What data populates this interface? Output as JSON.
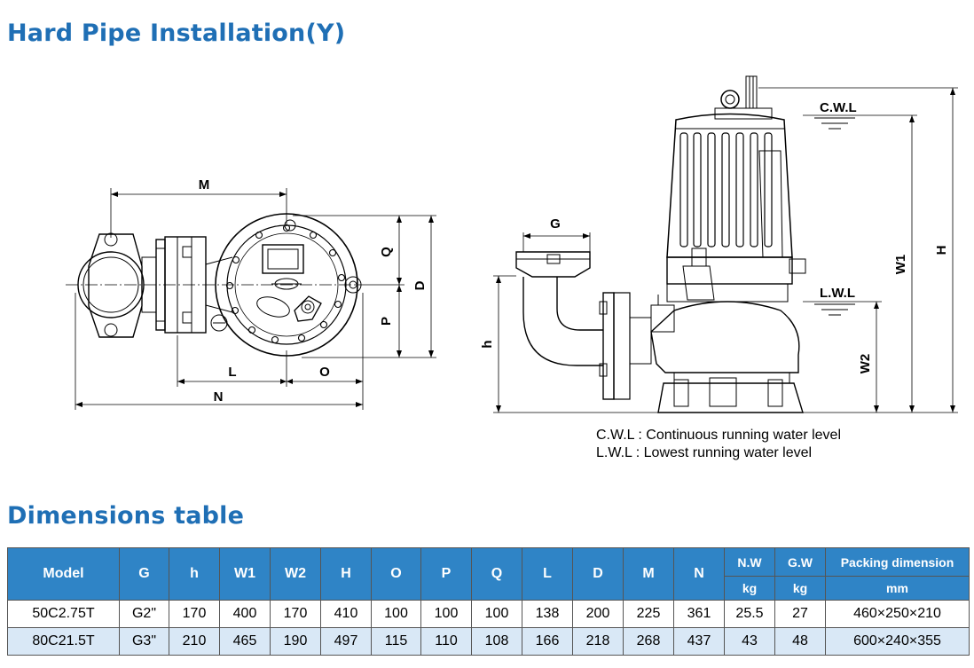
{
  "headings": {
    "installation": "Hard Pipe Installation(Y)",
    "dimensions": "Dimensions table"
  },
  "drawing_labels": {
    "M": "M",
    "Q": "Q",
    "D": "D",
    "P": "P",
    "L": "L",
    "O": "O",
    "N": "N",
    "G": "G",
    "h": "h",
    "W1": "W1",
    "W2": "W2",
    "H": "H",
    "cwl": "C.W.L",
    "lwl": "L.W.L"
  },
  "legend": {
    "cwl_line": "C.W.L : Continuous running water level",
    "lwl_line": "L.W.L :  Lowest running water level"
  },
  "table": {
    "headers": {
      "model": "Model",
      "G": "G",
      "h": "h",
      "W1": "W1",
      "W2": "W2",
      "H": "H",
      "O": "O",
      "P": "P",
      "Q": "Q",
      "L": "L",
      "D": "D",
      "M": "M",
      "N": "N",
      "nw": "N.W",
      "gw": "G.W",
      "packing": "Packing dimension",
      "nw_unit": "kg",
      "gw_unit": "kg",
      "packing_unit": "mm"
    },
    "rows": [
      {
        "model": "50C2.75T",
        "G": "G2\"",
        "h": "170",
        "W1": "400",
        "W2": "170",
        "H": "410",
        "O": "100",
        "P": "100",
        "Q": "100",
        "L": "138",
        "D": "200",
        "M": "225",
        "N": "361",
        "nw": "25.5",
        "gw": "27",
        "packing": "460×250×210"
      },
      {
        "model": "80C21.5T",
        "G": "G3\"",
        "h": "210",
        "W1": "465",
        "W2": "190",
        "H": "497",
        "O": "115",
        "P": "110",
        "Q": "108",
        "L": "166",
        "D": "218",
        "M": "268",
        "N": "437",
        "nw": "43",
        "gw": "48",
        "packing": "600×240×355"
      }
    ]
  }
}
